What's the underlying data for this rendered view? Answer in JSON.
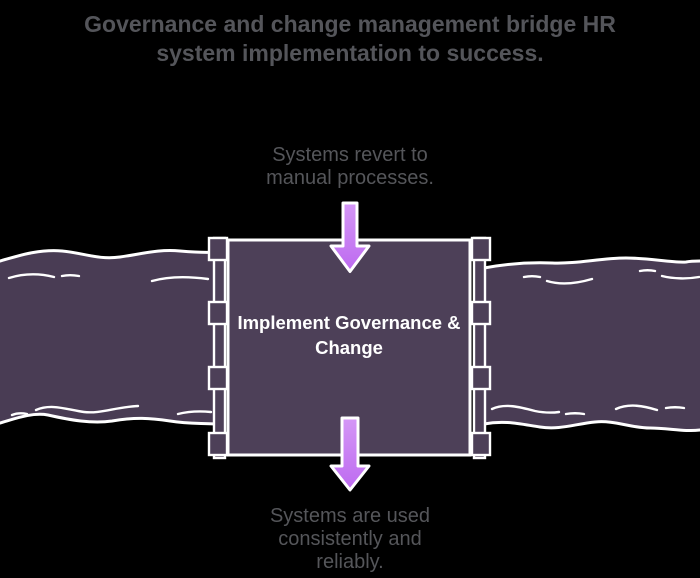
{
  "title": "Governance and change management bridge HR system implementation to success.",
  "captions": {
    "failure": "Systems revert to manual processes.",
    "success": "Systems are used consistently and reliably."
  },
  "bridge": {
    "label": "Implement Governance & Change"
  },
  "icons": {
    "top_arrow": "down-arrow",
    "bottom_arrow": "down-arrow"
  },
  "colors": {
    "background": "#000000",
    "heading_text": "#54555a",
    "caption_text": "#55565a",
    "river_fill": "#493c54",
    "bridge_fill": "#4d4058",
    "outline_white": "#ffffff",
    "arrow_light": "#d598f6",
    "arrow_dark": "#bd6af0"
  }
}
